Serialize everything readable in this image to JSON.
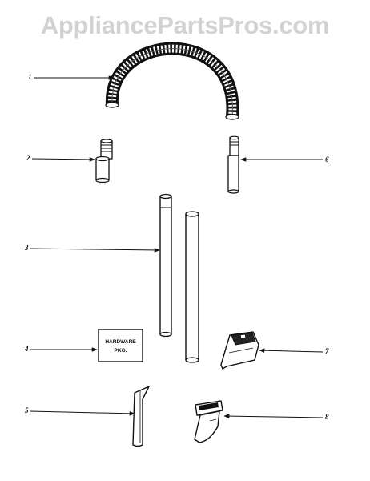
{
  "watermark": "AppliancePartsPros.com",
  "callouts": {
    "c1": "1",
    "c2": "2",
    "c3": "3",
    "c4": "4",
    "c5": "5",
    "c6": "6",
    "c7": "7",
    "c8": "8"
  },
  "hardware_label": {
    "line1": "HARDWARE",
    "line2": "PKG."
  },
  "colors": {
    "ink": "#111111",
    "watermark": "#d2d2d2"
  }
}
